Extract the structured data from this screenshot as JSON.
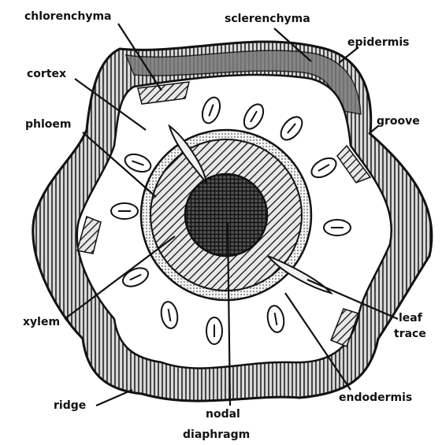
{
  "labels": {
    "chlorenchyma": "chlorenchyma",
    "sclerenchyma": "sclerenchyma",
    "epidermis": "epidermis",
    "cortex": "cortex",
    "phloem": "phloem",
    "groove": "groove",
    "xylem": "xylem",
    "leaf_trace_1": "leaf",
    "leaf_trace_2": "trace",
    "ridge": "ridge",
    "endodermis": "endodermis",
    "nodal_1": "nodal",
    "nodal_2": "diaphragm"
  },
  "colors": {
    "ink": "#111111",
    "background": "#ffffff",
    "hatch_fill": "#8a8a8a",
    "light_fill": "#eeeeee"
  }
}
